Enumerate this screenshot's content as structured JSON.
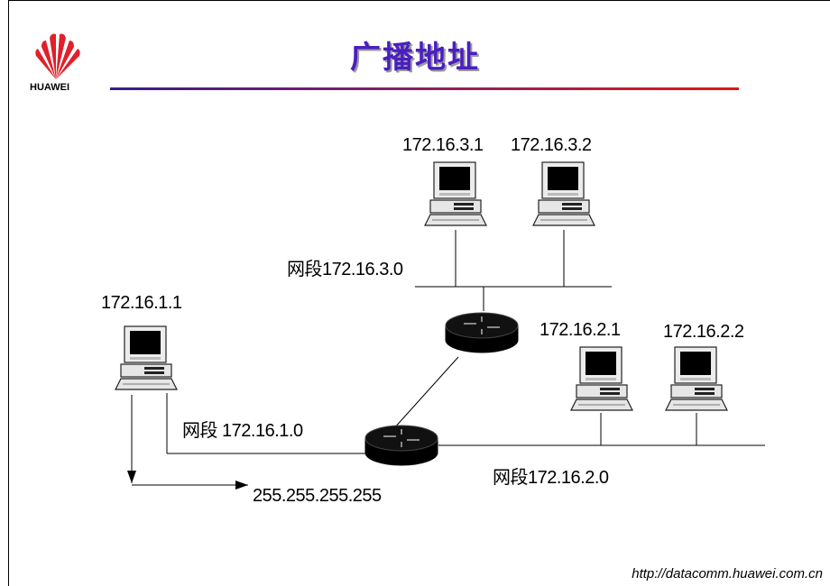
{
  "header": {
    "title": "广播地址",
    "logo_text": "HUAWEI",
    "brand_color": "#e0202a",
    "title_color": "#4a1fc0"
  },
  "diagram": {
    "hosts": {
      "h1": "172.16.1.1",
      "h31": "172.16.3.1",
      "h32": "172.16.3.2",
      "h21": "172.16.2.1",
      "h22": "172.16.2.2"
    },
    "segments": {
      "seg3": "网段172.16.3.0",
      "seg1": "网段 172.16.1.0",
      "seg2": "网段172.16.2.0"
    },
    "broadcast": "255.255.255.255"
  },
  "footer": {
    "url": "http://datacomm.huawei.com.cn"
  }
}
